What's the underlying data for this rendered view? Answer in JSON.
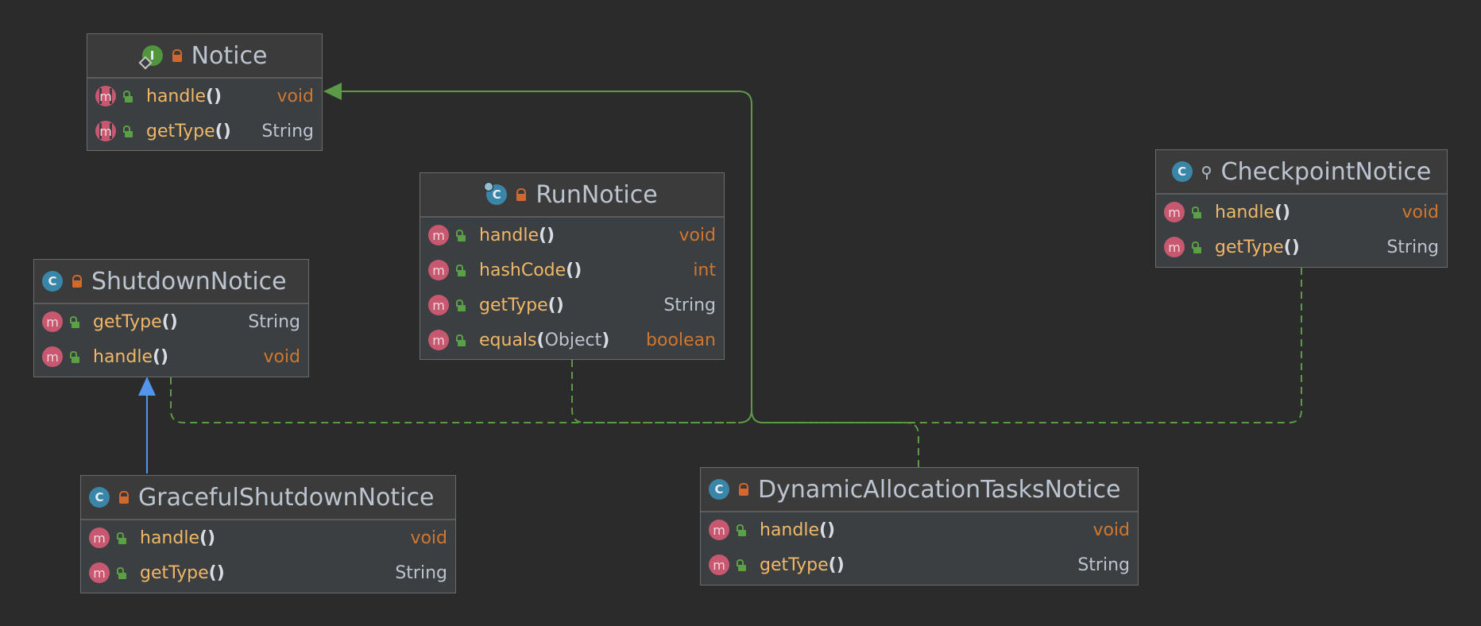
{
  "diagram": {
    "classes": {
      "notice": {
        "name": "Notice",
        "kind_icon": "interface-icon",
        "kind_letter": "I",
        "methods": [
          {
            "name": "handle",
            "params": "",
            "return_type": "void"
          },
          {
            "name": "getType",
            "params": "",
            "return_type": "String"
          }
        ]
      },
      "run_notice": {
        "name": "RunNotice",
        "kind_icon": "abstract-class-icon",
        "kind_letter": "C",
        "methods": [
          {
            "name": "handle",
            "params": "",
            "return_type": "void"
          },
          {
            "name": "hashCode",
            "params": "",
            "return_type": "int"
          },
          {
            "name": "getType",
            "params": "",
            "return_type": "String"
          },
          {
            "name": "equals",
            "params": "Object",
            "return_type": "boolean"
          }
        ]
      },
      "checkpoint_notice": {
        "name": "CheckpointNotice",
        "kind_icon": "class-icon",
        "kind_letter": "C",
        "methods": [
          {
            "name": "handle",
            "params": "",
            "return_type": "void"
          },
          {
            "name": "getType",
            "params": "",
            "return_type": "String"
          }
        ]
      },
      "shutdown_notice": {
        "name": "ShutdownNotice",
        "kind_icon": "class-icon",
        "kind_letter": "C",
        "methods": [
          {
            "name": "getType",
            "params": "",
            "return_type": "String"
          },
          {
            "name": "handle",
            "params": "",
            "return_type": "void"
          }
        ]
      },
      "graceful_shutdown_notice": {
        "name": "GracefulShutdownNotice",
        "kind_icon": "class-icon",
        "kind_letter": "C",
        "methods": [
          {
            "name": "handle",
            "params": "",
            "return_type": "void"
          },
          {
            "name": "getType",
            "params": "",
            "return_type": "String"
          }
        ]
      },
      "dynamic_allocation_tasks_notice": {
        "name": "DynamicAllocationTasksNotice",
        "kind_icon": "class-icon",
        "kind_letter": "C",
        "methods": [
          {
            "name": "handle",
            "params": "",
            "return_type": "void"
          },
          {
            "name": "getType",
            "params": "",
            "return_type": "String"
          }
        ]
      }
    },
    "method_icon_letter": "m",
    "colors": {
      "background": "#2b2b2b",
      "implements_edge": "#5c9a48",
      "extends_edge": "#5394ec",
      "method_name": "#f0b866",
      "primitive_type": "#d0772f",
      "reference_type": "#bbc4cf"
    },
    "relations": [
      {
        "from": "RunNotice",
        "to": "Notice",
        "type": "implements"
      },
      {
        "from": "CheckpointNotice",
        "to": "Notice",
        "type": "implements"
      },
      {
        "from": "ShutdownNotice",
        "to": "Notice",
        "type": "implements"
      },
      {
        "from": "DynamicAllocationTasksNotice",
        "to": "Notice",
        "type": "implements"
      },
      {
        "from": "GracefulShutdownNotice",
        "to": "ShutdownNotice",
        "type": "extends"
      }
    ]
  }
}
